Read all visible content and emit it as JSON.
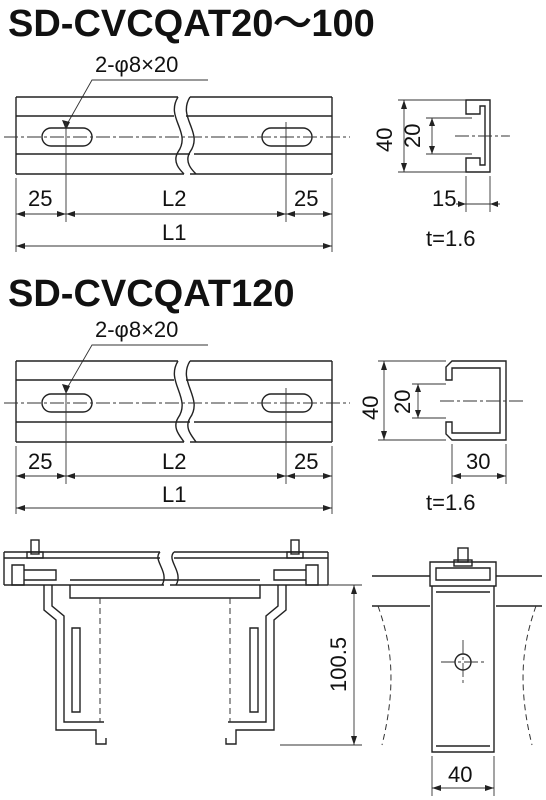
{
  "section1": {
    "title": "SD-CVCQAT20～100",
    "hole_note": "2-φ8×20",
    "dim_end_left": "25",
    "dim_l2": "L2",
    "dim_end_right": "25",
    "dim_l1": "L1",
    "dim_height": "40",
    "dim_slot": "20",
    "dim_width": "15",
    "thickness": "t=1.6"
  },
  "section2": {
    "title": "SD-CVCQAT120",
    "hole_note": "2-φ8×20",
    "dim_end_left": "25",
    "dim_l2": "L2",
    "dim_end_right": "25",
    "dim_l1": "L1",
    "dim_height": "40",
    "dim_slot": "20",
    "dim_width": "30",
    "thickness": "t=1.6"
  },
  "assembly": {
    "dim_height": "100.5",
    "dim_width": "40"
  }
}
